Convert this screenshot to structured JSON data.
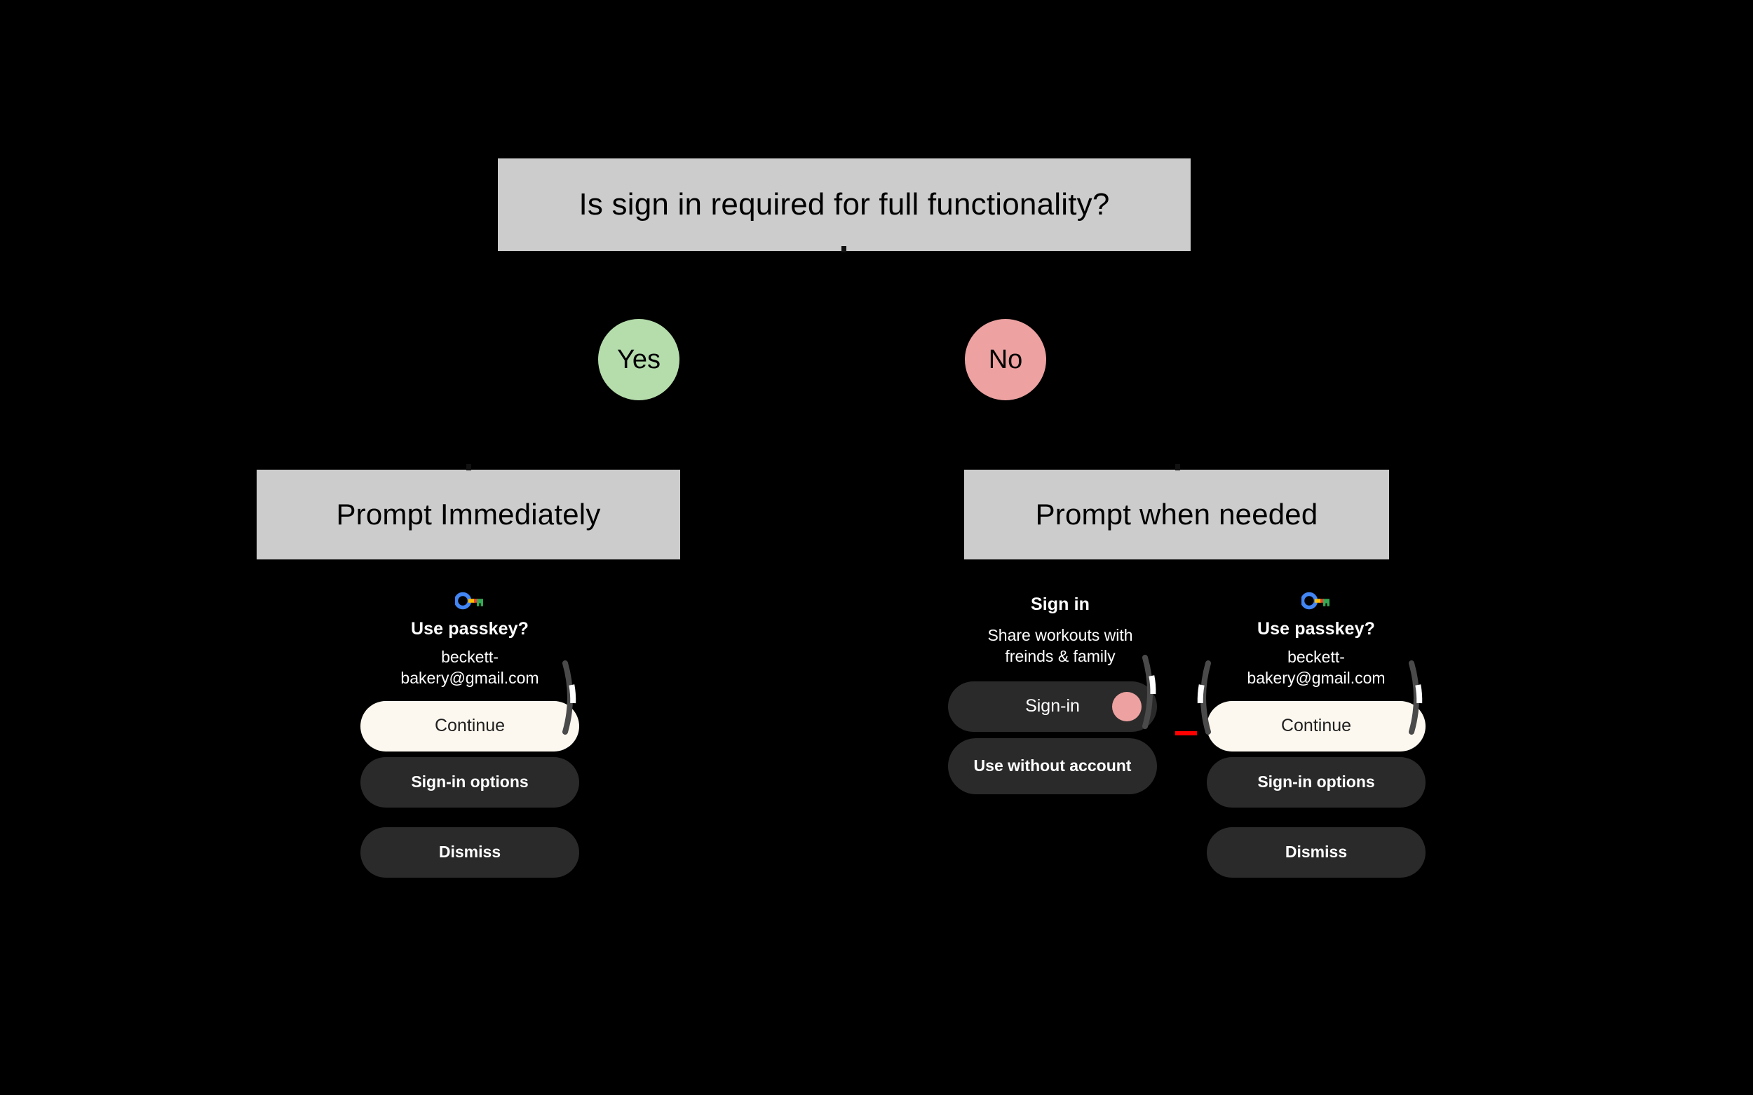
{
  "diagram": {
    "background_color": "#000000",
    "box_fill": "#cccccc",
    "title": {
      "text": "Is sign in required for full functionality?"
    },
    "branches": [
      {
        "label": "Yes",
        "color": "#b4ddab"
      },
      {
        "label": "No",
        "color": "#eda1a1"
      }
    ],
    "outcomes": [
      {
        "text": "Prompt Immediately"
      },
      {
        "text": "Prompt when needed"
      }
    ]
  },
  "annotation": {
    "arrow_color": "#ff0000",
    "arrow_name": "red-pointer-arrow"
  },
  "mockups": {
    "left_passkey": {
      "icon": "google-passkey-icon",
      "title": "Use passkey?",
      "subtitle": "beckett-bakery@gmail.com",
      "buttons": [
        {
          "label": "Continue",
          "style": "primary"
        },
        {
          "label": "Sign-in options",
          "style": "secondary"
        },
        {
          "label": "Dismiss",
          "style": "secondary"
        }
      ]
    },
    "middle_signin": {
      "title": "Sign in",
      "subtitle": "Share workouts with freinds & family",
      "buttons": [
        {
          "label": "Sign-in",
          "style": "signin-row",
          "avatar": true
        },
        {
          "label": "Use without account",
          "style": "secondary"
        }
      ]
    },
    "right_passkey": {
      "icon": "google-passkey-icon",
      "title": "Use passkey?",
      "subtitle": "beckett-bakery@gmail.com",
      "buttons": [
        {
          "label": "Continue",
          "style": "primary"
        },
        {
          "label": "Sign-in options",
          "style": "secondary"
        },
        {
          "label": "Dismiss",
          "style": "secondary"
        }
      ]
    }
  }
}
